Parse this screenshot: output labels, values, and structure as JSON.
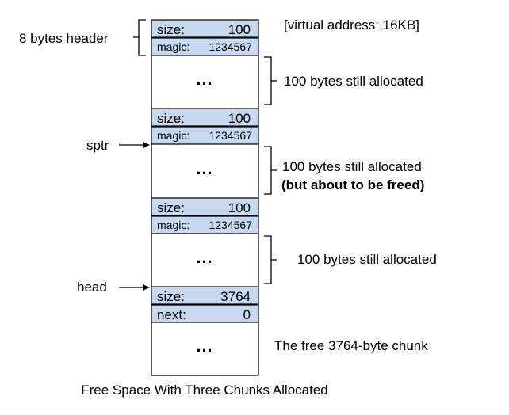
{
  "colors": {
    "cell_fill": "#c6d9f0",
    "stroke": "#000000",
    "background": "#ffffff"
  },
  "diagram": {
    "caption": "Free Space With Three Chunks Allocated",
    "virtual_address_label": "[virtual address: 16KB]",
    "header_brace_label": "8 bytes header",
    "pointer_sptr_label": "sptr",
    "pointer_head_label": "head",
    "chunks": [
      {
        "size_label": "size:",
        "size_value": "100",
        "magic_label": "magic:",
        "magic_value": "1234567",
        "dots": "...",
        "region_label": "100 bytes still allocated",
        "region_label_2": ""
      },
      {
        "size_label": "size:",
        "size_value": "100",
        "magic_label": "magic:",
        "magic_value": "1234567",
        "dots": "...",
        "region_label": "100 bytes still allocated",
        "region_label_2": "(but about to be freed)"
      },
      {
        "size_label": "size:",
        "size_value": "100",
        "magic_label": "magic:",
        "magic_value": "1234567",
        "dots": "...",
        "region_label": "100 bytes still allocated",
        "region_label_2": ""
      }
    ],
    "free_chunk": {
      "size_label": "size:",
      "size_value": "3764",
      "next_label": "next:",
      "next_value": "0",
      "dots": "...",
      "region_label": "The free 3764-byte chunk"
    }
  }
}
